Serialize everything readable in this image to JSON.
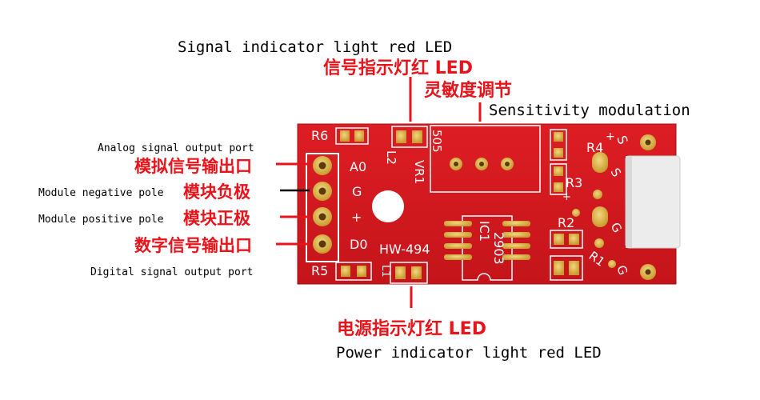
{
  "colors": {
    "board": "#d4171d",
    "board_dark": "#b51016",
    "silkscreen": "#ffffff",
    "pad_gold": "#d8b24a",
    "pad_gold_light": "#f2d27a",
    "annotation_red": "#e8141b",
    "annotation_black": "#000000",
    "connector": "#e9e9e9"
  },
  "annotations": {
    "signal_led_en": "Signal indicator light red LED",
    "signal_led_zh": "信号指示灯红 LED",
    "sensitivity_zh": "灵敏度调节",
    "sensitivity_en": "Sensitivity modulation",
    "analog_en": "Analog signal output port",
    "analog_zh": "模拟信号输出口",
    "neg_en": "Module negative pole",
    "neg_zh": "模块负极",
    "pos_en": "Module positive pole",
    "pos_zh": "模块正极",
    "digital_zh": "数字信号输出口",
    "digital_en": "Digital signal output port",
    "power_led_zh": "电源指示灯红 LED",
    "power_led_en": "Power indicator light red LED"
  },
  "board": {
    "model": "HW-494",
    "chip_code": "2903",
    "chip_ref": "IC1",
    "pot_code": "505",
    "labels": {
      "r6": "R6",
      "r5": "R5",
      "r4": "R4",
      "r3": "R3",
      "r2": "R2",
      "r1": "R1",
      "l1": "L1",
      "l2": "L2",
      "vr1": "VR1",
      "ao": "A0",
      "g": "G",
      "plus": "+",
      "do": "D0",
      "s_top": "S",
      "s_right": "S",
      "plus_small": "+",
      "plus_r4": "+",
      "g_right": "G",
      "g_bottom": "G"
    }
  }
}
